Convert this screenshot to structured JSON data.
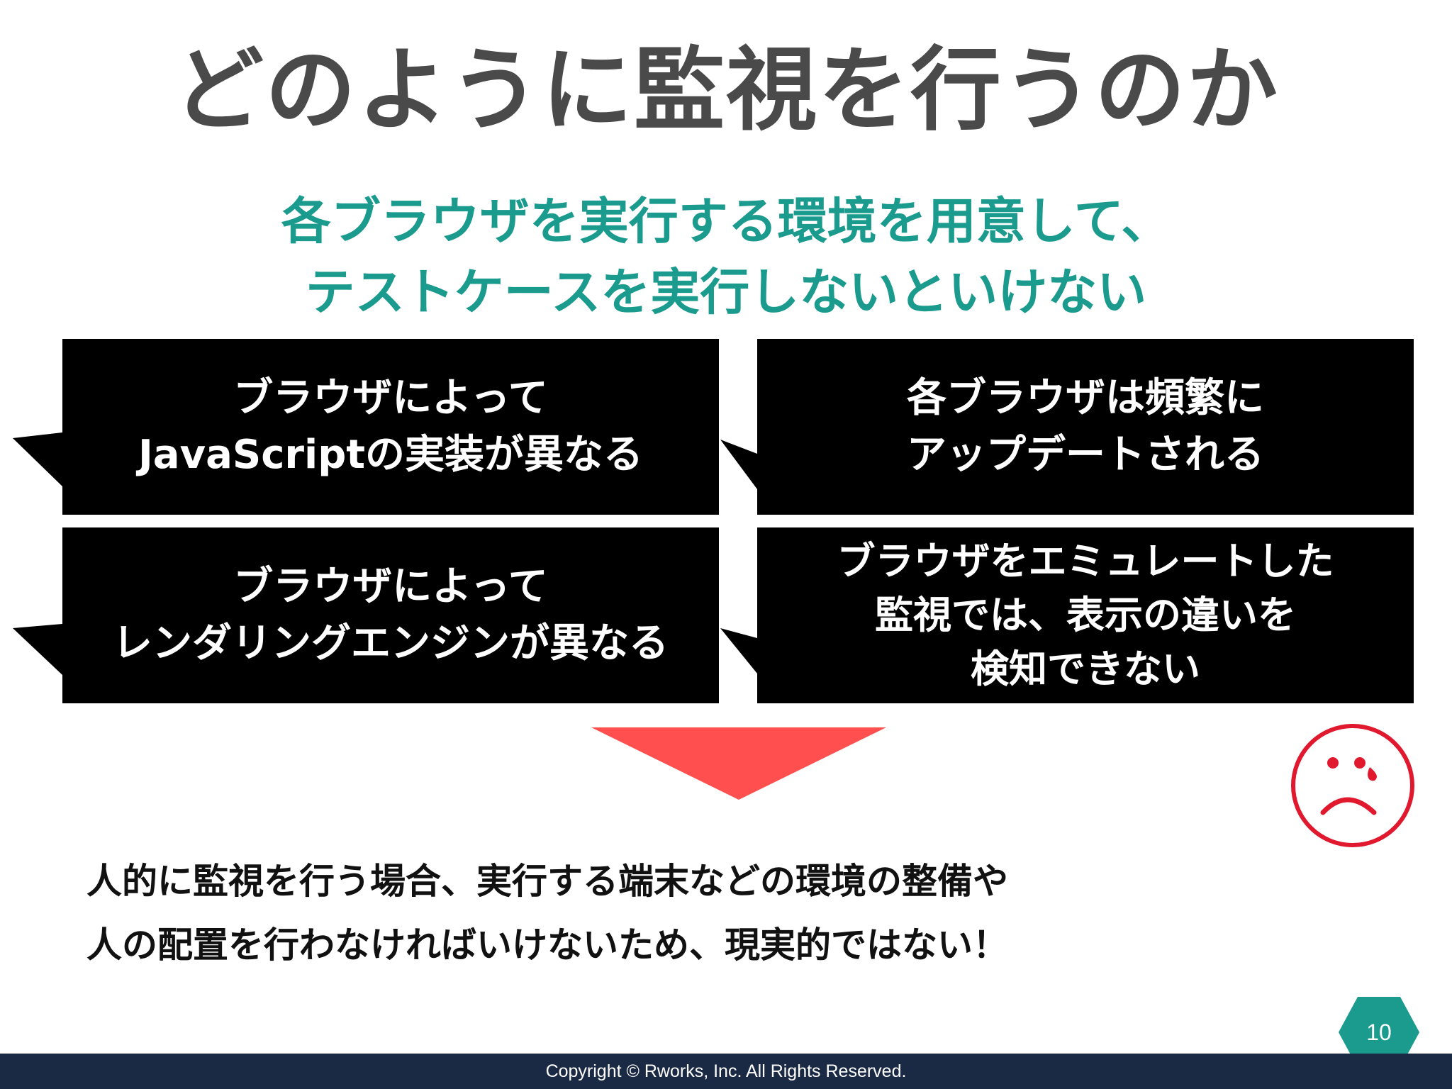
{
  "title": "どのように監視を行うのか",
  "subtitle": {
    "line1": "各ブラウザを実行する環境を用意して、",
    "line2": "テストケースを実行しないといけない"
  },
  "callouts": [
    {
      "lines": [
        "ブラウザによって",
        "JavaScriptの実装が異なる"
      ]
    },
    {
      "lines": [
        "各ブラウザは頻繁に",
        "アップデートされる"
      ]
    },
    {
      "lines": [
        "ブラウザによって",
        "レンダリングエンジンが異なる"
      ]
    },
    {
      "lines": [
        "ブラウザをエミュレートした",
        "監視では、表示の違いを",
        "検知できない"
      ]
    }
  ],
  "conclusion": {
    "line1": "人的に監視を行う場合、実行する端末などの環境の整備や",
    "line2": "人の配置を行わなければいけないため、現実的ではない！"
  },
  "page_number": "10",
  "footer": "Copyright © Rworks, Inc. All Rights Reserved.",
  "colors": {
    "title": "#4a4a4a",
    "subtitle": "#1a9b8e",
    "callout_bg": "#000000",
    "arrow": "#ff4f4f",
    "sad_face": "#e0192e",
    "badge": "#1a9b8e",
    "footer_bg": "#1b2a44"
  },
  "icons": [
    "down-arrow-icon",
    "sad-face-icon"
  ]
}
